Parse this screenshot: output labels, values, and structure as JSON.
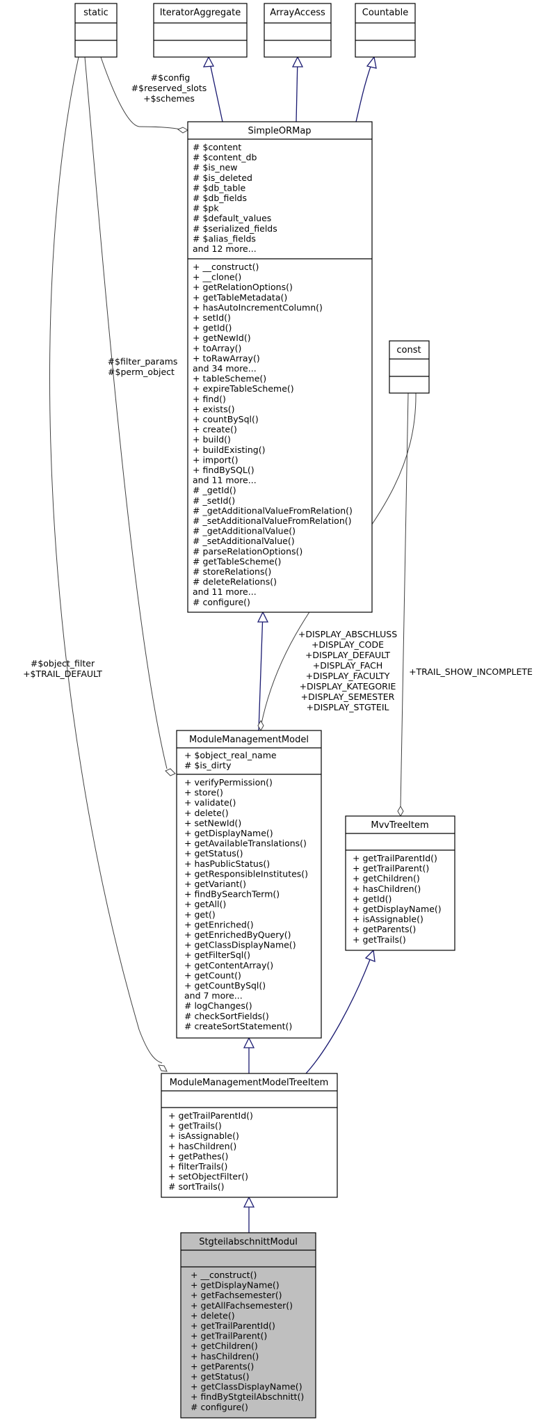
{
  "classes": {
    "static": {
      "title": "static",
      "attributes": [],
      "methods": []
    },
    "iterator_aggregate": {
      "title": "IteratorAggregate",
      "attributes": [],
      "methods": []
    },
    "array_access": {
      "title": "ArrayAccess",
      "attributes": [],
      "methods": []
    },
    "countable": {
      "title": "Countable",
      "attributes": [],
      "methods": []
    },
    "const": {
      "title": "const",
      "attributes": [],
      "methods": []
    },
    "simple_orm_map": {
      "title": "SimpleORMap",
      "attributes": [
        "# $content",
        "# $content_db",
        "# $is_new",
        "# $is_deleted",
        "# $db_table",
        "# $db_fields",
        "# $pk",
        "# $default_values",
        "# $serialized_fields",
        "# $alias_fields",
        "and 12 more..."
      ],
      "methods": [
        "+ __construct()",
        "+ __clone()",
        "+ getRelationOptions()",
        "+ getTableMetadata()",
        "+ hasAutoIncrementColumn()",
        "+ setId()",
        "+ getId()",
        "+ getNewId()",
        "+ toArray()",
        "+ toRawArray()",
        "and 34 more...",
        "+ tableScheme()",
        "+ expireTableScheme()",
        "+ find()",
        "+ exists()",
        "+ countBySql()",
        "+ create()",
        "+ build()",
        "+ buildExisting()",
        "+ import()",
        "+ findBySQL()",
        "and 11 more...",
        "# _getId()",
        "# _setId()",
        "# _getAdditionalValueFromRelation()",
        "# _setAdditionalValueFromRelation()",
        "# _getAdditionalValue()",
        "# _setAdditionalValue()",
        "# parseRelationOptions()",
        "# getTableScheme()",
        "# storeRelations()",
        "# deleteRelations()",
        "and 11 more...",
        "# configure()"
      ]
    },
    "module_management_model": {
      "title": "ModuleManagementModel",
      "attributes": [
        "+ $object_real_name",
        "# $is_dirty"
      ],
      "methods": [
        "+ verifyPermission()",
        "+ store()",
        "+ validate()",
        "+ delete()",
        "+ setNewId()",
        "+ getDisplayName()",
        "+ getAvailableTranslations()",
        "+ getStatus()",
        "+ hasPublicStatus()",
        "+ getResponsibleInstitutes()",
        "+ getVariant()",
        "+ findBySearchTerm()",
        "+ getAll()",
        "+ get()",
        "+ getEnriched()",
        "+ getEnrichedByQuery()",
        "+ getClassDisplayName()",
        "+ getFilterSql()",
        "+ getContentArray()",
        "+ getCount()",
        "+ getCountBySql()",
        "and 7 more...",
        "# logChanges()",
        "# checkSortFields()",
        "# createSortStatement()"
      ]
    },
    "mvv_tree_item": {
      "title": "MvvTreeItem",
      "attributes": [],
      "methods": [
        "+ getTrailParentId()",
        "+ getTrailParent()",
        "+ getChildren()",
        "+ hasChildren()",
        "+ getId()",
        "+ getDisplayName()",
        "+ isAssignable()",
        "+ getParents()",
        "+ getTrails()"
      ]
    },
    "module_management_model_tree_item": {
      "title": "ModuleManagementModelTreeItem",
      "attributes": [],
      "methods": [
        "+ getTrailParentId()",
        "+ getTrails()",
        "+ isAssignable()",
        "+ hasChildren()",
        "+ getPathes()",
        "+ filterTrails()",
        "+ setObjectFilter()",
        "# sortTrails()"
      ]
    },
    "stgteilabschnitt_modul": {
      "title": "StgteilabschnittModul",
      "attributes": [],
      "methods": [
        "+ __construct()",
        "+ getDisplayName()",
        "+ getFachsemester()",
        "+ getAllFachsemester()",
        "+ delete()",
        "+ getTrailParentId()",
        "+ getTrailParent()",
        "+ getChildren()",
        "+ hasChildren()",
        "+ getParents()",
        "+ getStatus()",
        "+ getClassDisplayName()",
        "+ findByStgteilAbschnitt()",
        "# configure()"
      ]
    }
  },
  "edge_labels": {
    "static_to_orm": [
      "#$config",
      "#$reserved_slots",
      "+$schemes"
    ],
    "static_to_mmm": [
      "#$filter_params",
      "#$perm_object"
    ],
    "static_to_tree_item": [
      "#$object_filter",
      "+$TRAIL_DEFAULT"
    ],
    "const_to_mmm": [
      "+DISPLAY_ABSCHLUSS",
      "+DISPLAY_CODE",
      "+DISPLAY_DEFAULT",
      "+DISPLAY_FACH",
      "+DISPLAY_FACULTY",
      "+DISPLAY_KATEGORIE",
      "+DISPLAY_SEMESTER",
      "+DISPLAY_STGTEIL"
    ],
    "const_to_mvv": [
      "+TRAIL_SHOW_INCOMPLETE"
    ]
  }
}
